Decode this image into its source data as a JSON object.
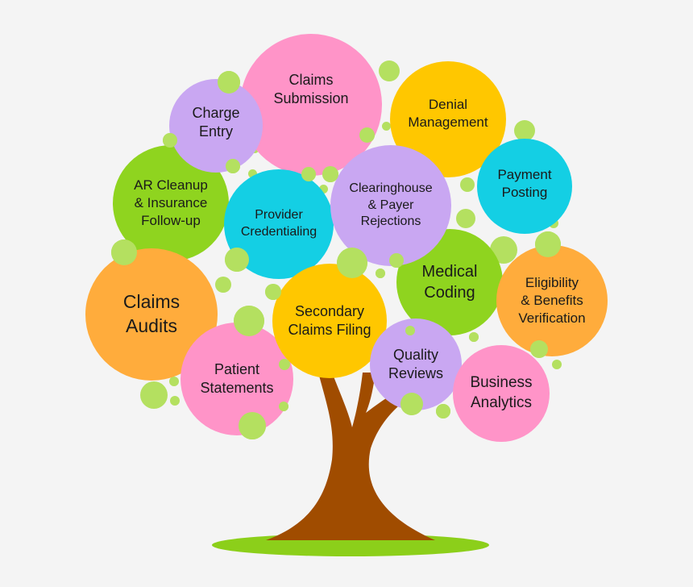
{
  "colors": {
    "pink": "#ff94c8",
    "purple": "#c9a7f2",
    "yellow": "#ffc700",
    "cyan": "#14cfe4",
    "green": "#8fd41f",
    "orange": "#ffac3c",
    "dot_green": "#b4e060",
    "trunk": "#a04c00",
    "grass": "#8ccf1a",
    "background": "#f4f4f4"
  },
  "bubbles": {
    "claims_submission": "Claims\nSubmission",
    "denial_management": "Denial\nManagement",
    "charge_entry": "Charge\nEntry",
    "ar_cleanup": "AR Cleanup\n& Insurance\nFollow-up",
    "provider_credentialing": "Provider\nCredentialing",
    "clearinghouse": "Clearinghouse\n& Payer\nRejections",
    "payment_posting": "Payment\nPosting",
    "claims_audits": "Claims\nAudits",
    "medical_coding": "Medical\nCoding",
    "eligibility": "Eligibility\n& Benefits\nVerification",
    "secondary_claims": "Secondary\nClaims Filing",
    "patient_statements": "Patient\nStatements",
    "quality_reviews": "Quality\nReviews",
    "business_analytics": "Business\nAnalytics"
  }
}
